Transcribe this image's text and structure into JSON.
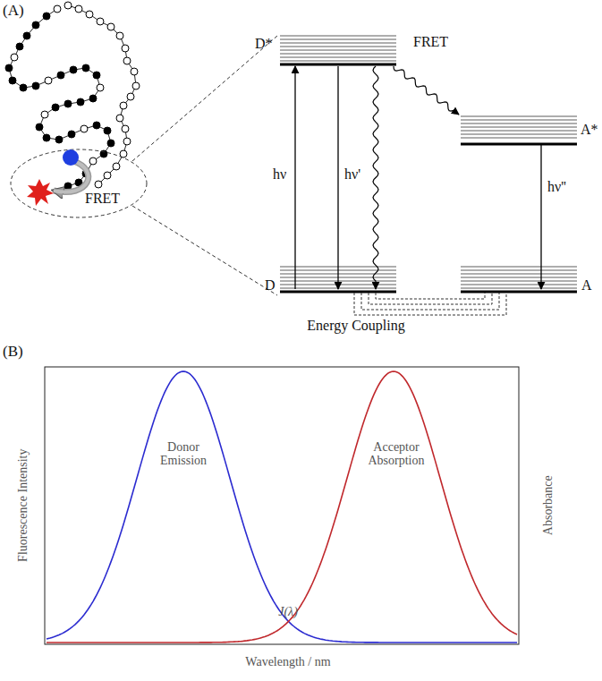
{
  "diagram": {
    "labels": [
      "(A)",
      "FRET",
      "D*",
      "hν",
      "hν'",
      "FRET",
      "A*",
      "hν''",
      "D",
      "A",
      "Energy Coupling",
      "(B)",
      "Fluorescence Intensity",
      "Absorbance",
      "Donor Emission",
      "Acceptor Absorption",
      "J(λ)",
      "Wavelength / nm"
    ]
  }
}
